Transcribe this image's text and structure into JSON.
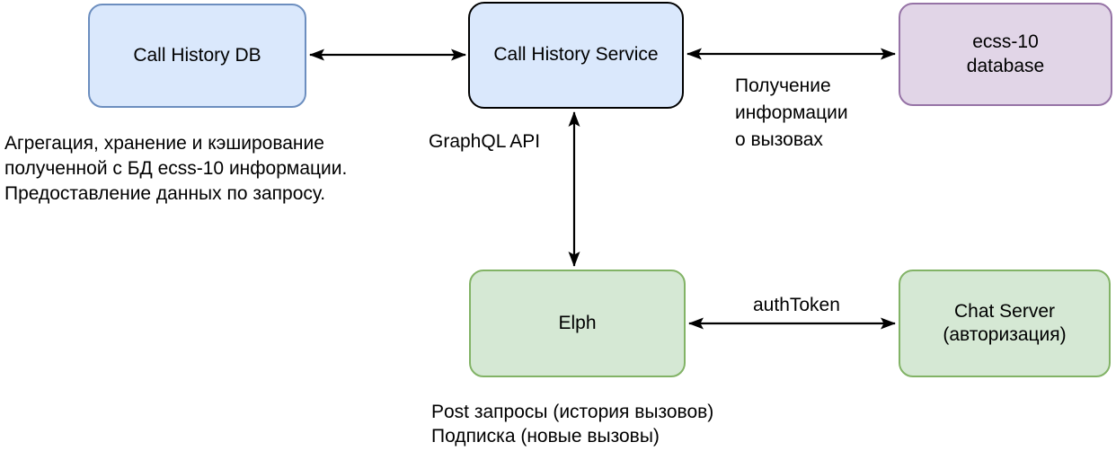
{
  "diagram": {
    "type": "architecture-diagram",
    "nodes": {
      "call_history_db": {
        "label": "Call History DB",
        "fill": "#dae8fc",
        "border": "#6c8ebf"
      },
      "call_history_service": {
        "label": "Call History Service",
        "fill": "#dae8fc",
        "border": "#000000"
      },
      "ecss10_database": {
        "label": "ecss-10\ndatabase",
        "fill": "#e1d5e7",
        "border": "#9673a6"
      },
      "elph": {
        "label": "Elph",
        "fill": "#d5e8d4",
        "border": "#82b366"
      },
      "chat_server": {
        "label": "Chat Server\n(авторизация)",
        "fill": "#d5e8d4",
        "border": "#82b366"
      }
    },
    "edges": [
      {
        "from": "call_history_db",
        "to": "call_history_service",
        "direction": "both",
        "label": ""
      },
      {
        "from": "call_history_service",
        "to": "ecss10_database",
        "direction": "both",
        "label": "Получение информации о вызовах"
      },
      {
        "from": "call_history_service",
        "to": "elph",
        "direction": "both",
        "label": "GraphQL API"
      },
      {
        "from": "elph",
        "to": "chat_server",
        "direction": "both",
        "label": "authToken"
      }
    ],
    "edge_labels": {
      "graphql_api": "GraphQL API",
      "call_info": "Получение\nинформации\nо вызовах",
      "auth_token": "authToken"
    },
    "annotations": {
      "db_note": "Агрегация, хранение и кэширование\nполученной с БД ecss-10 информации.\nПредоставление данных по запросу.",
      "elph_note": "Post запросы (история вызовов)\nПодписка (новые вызовы)"
    },
    "colors": {
      "arrow": "#000000",
      "text": "#000000",
      "background": "#ffffff"
    }
  }
}
